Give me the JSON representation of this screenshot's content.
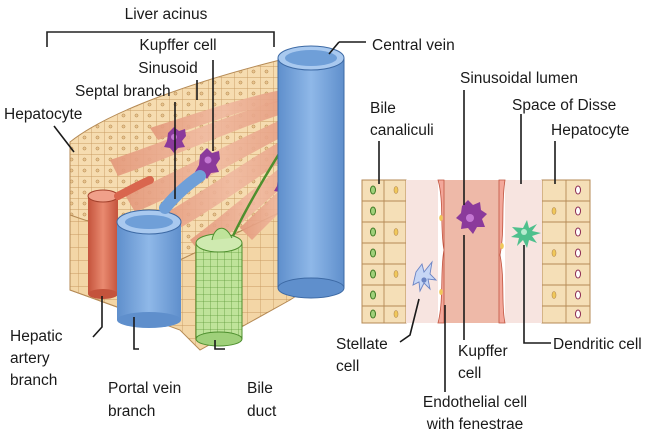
{
  "labels": {
    "liver_acinus": "Liver acinus",
    "central_vein": "Central vein",
    "kupffer_cell_top": "Kupffer cell",
    "sinusoid": "Sinusoid",
    "septal_branch": "Septal branch",
    "hepatocyte_left": "Hepatocyte",
    "sinusoidal_lumen": "Sinusoidal lumen",
    "bile_canaliculi_line1": "Bile",
    "bile_canaliculi_line2": "canaliculi",
    "space_of_disse": "Space of Disse",
    "hepatocyte_right": "Hepatocyte",
    "hepatic_artery_line1": "Hepatic",
    "hepatic_artery_line2": "artery",
    "hepatic_artery_line3": "branch",
    "portal_vein_line1": "Portal vein",
    "portal_vein_line2": "branch",
    "bile_duct_line1": "Bile",
    "bile_duct_line2": "duct",
    "stellate_line1": "Stellate",
    "stellate_line2": "cell",
    "kupffer_bottom_line1": "Kupffer",
    "kupffer_bottom_line2": "cell",
    "endothelial_line1": "Endothelial cell",
    "endothelial_line2": "with fenestrae",
    "dendritic_cell": "Dendritic cell"
  },
  "colors": {
    "hepatocyte_fill": "#f6dcb0",
    "hepatocyte_stroke": "#b58a55",
    "sinusoid_fill": "#e8a58a",
    "portal_vein": "#6f9fd8",
    "hepatic_artery": "#d9664e",
    "bile_duct": "#9fd07a",
    "kupffer": "#8b3a9b",
    "dendritic": "#4fc08d",
    "stellate": "#9fb4e6"
  }
}
